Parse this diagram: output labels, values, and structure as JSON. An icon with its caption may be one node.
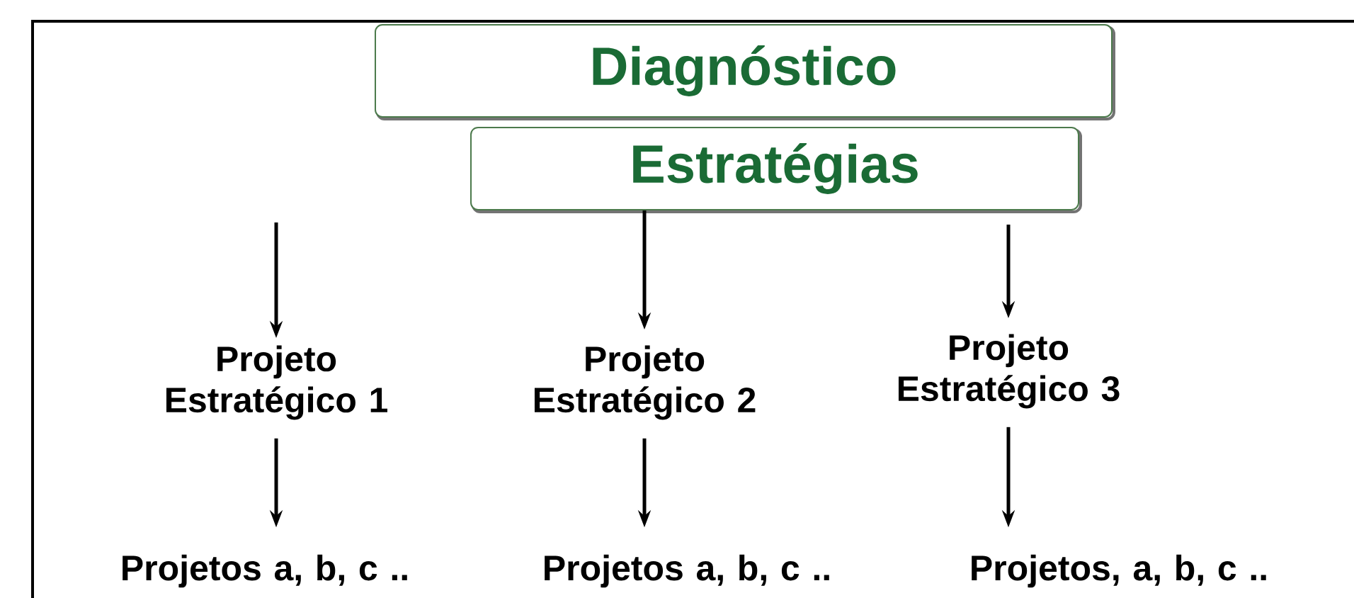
{
  "diagram": {
    "nodes": [
      {
        "text": [
          "Diagnóstico"
        ]
      },
      {
        "text": [
          "Estratégias"
        ]
      },
      {
        "text": [
          "Projeto Estratégico 1"
        ]
      },
      {
        "text": [
          "Projeto Estratégico 2"
        ]
      },
      {
        "text": [
          "Projeto Estratégico 3"
        ]
      },
      {
        "text": [
          "Projetos a, b, c .."
        ]
      },
      {
        "text": [
          "Projetos a, b, c .."
        ]
      },
      {
        "text": [
          "Projetos, a, b, c .."
        ]
      }
    ],
    "edges": [
      {
        "from": null,
        "to": 2,
        "arrow": "to"
      },
      {
        "from": 1,
        "to": 3,
        "arrow": "to"
      },
      {
        "from": 1,
        "to": 4,
        "arrow": "to"
      },
      {
        "from": 2,
        "to": 5,
        "arrow": "to"
      },
      {
        "from": 3,
        "to": 6,
        "arrow": "to"
      },
      {
        "from": 4,
        "to": 7,
        "arrow": "to"
      }
    ]
  }
}
